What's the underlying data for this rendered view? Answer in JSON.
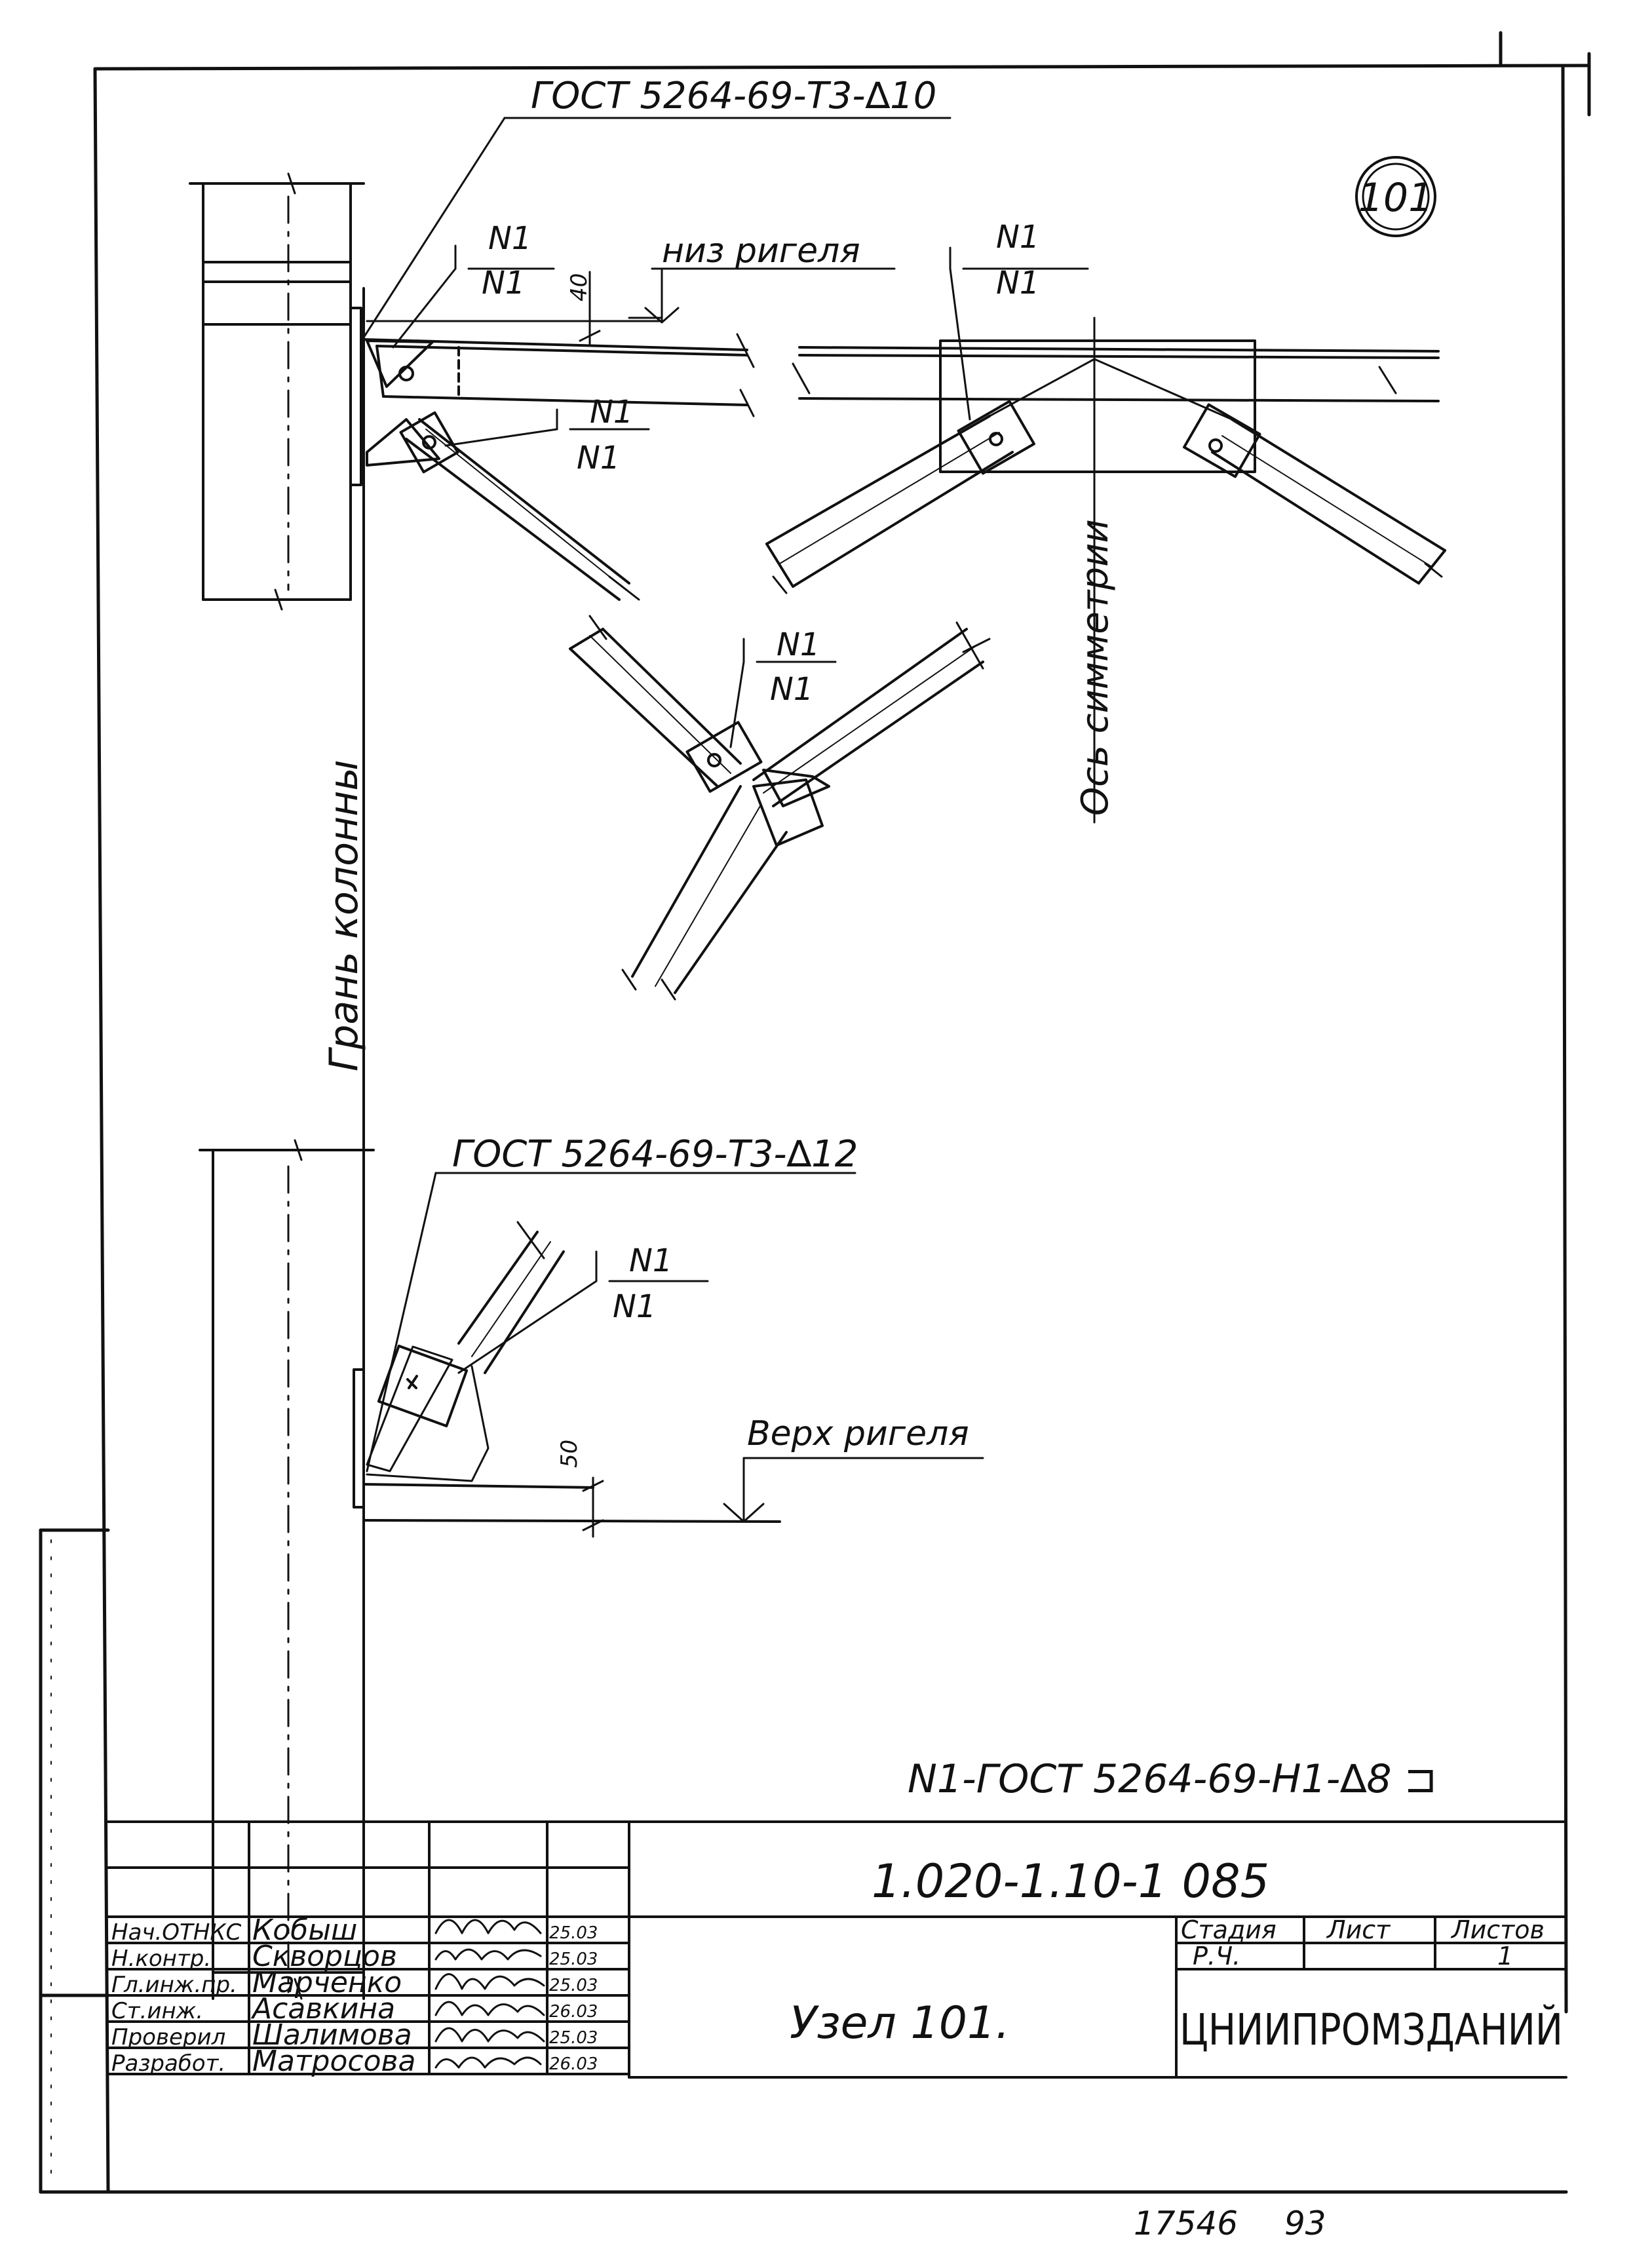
{
  "sheet": {
    "node_number": "101",
    "top_weld_callout": "ГОСТ 5264-69-Т3-∆10",
    "bottom_weld_callout": "ГОСТ 5264-69-Т3-∆12",
    "weld_marks": {
      "numerator": "N1",
      "denominator": "N1"
    },
    "bottom_of_crossbar_label": "низ ригеля",
    "top_of_crossbar_label": "Верх ригеля",
    "column_face_label": "Грань колонны",
    "symmetry_axis_label": "Ось симметрии",
    "dim_top": "40",
    "dim_bottom": "50",
    "weld_note": "N1-ГОСТ 5264-69-Н1-∆8 ⊐"
  },
  "title_block": {
    "document_code": "1.020-1.10-1   085",
    "drawing_title": "Узел 101.",
    "organization": "ЦНИИПРОМЗДАНИЙ",
    "stage_header": "Стадия",
    "sheet_header": "Лист",
    "sheets_header": "Листов",
    "stage_value": "Р.Ч.",
    "sheet_value": "",
    "sheets_value": "1",
    "signatures": [
      {
        "role": "Нач.ОТНКС",
        "name": "Кобыш",
        "date": "25.03"
      },
      {
        "role": "Н.контр.",
        "name": "Скворцов",
        "date": "25.03"
      },
      {
        "role": "Гл.инж.пр.",
        "name": "Марченко",
        "date": "25.03"
      },
      {
        "role": "Ст.инж.",
        "name": "Асавкина",
        "date": "26.03"
      },
      {
        "role": "Проверил",
        "name": "Шалимова",
        "date": "25.03"
      },
      {
        "role": "Разработ.",
        "name": "Матросова",
        "date": "26.03"
      }
    ]
  },
  "footer": {
    "inventory_number": "17546",
    "sheet_code": "93"
  }
}
